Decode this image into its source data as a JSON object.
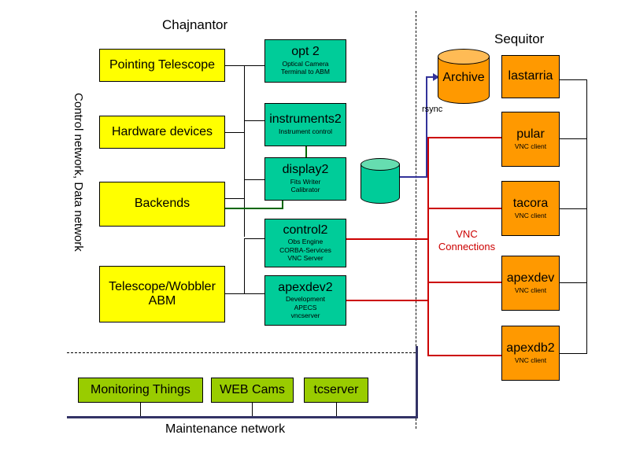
{
  "diagram": {
    "site_labels": {
      "left": "Chajnantor",
      "right": "Sequitor"
    },
    "network_labels": {
      "vertical": "Control network, Data network",
      "maintenance": "Maintenance network",
      "rsync": "rsync",
      "vnc_connections": "VNC\nConnections"
    },
    "vnc_label_line1": "VNC",
    "vnc_label_line2": "Connections",
    "colors": {
      "yellow": "#ffff00",
      "green": "#00cc99",
      "orange": "#ff9900",
      "lime": "#99cc00",
      "black_line": "#000000",
      "blue_line": "#333399",
      "red_line": "#cc0000",
      "dark_green_line": "#006600",
      "navy_line": "#333366"
    },
    "hardware_nodes": [
      {
        "label": "Pointing Telescope"
      },
      {
        "label": "Hardware devices"
      },
      {
        "label": "Backends"
      },
      {
        "label": "Telescope/Wobbler ABM"
      }
    ],
    "server_nodes": [
      {
        "name": "opt 2",
        "roles": [
          "Optical Camera",
          "Terminal to ABM"
        ]
      },
      {
        "name": "instruments2",
        "roles": [
          "Instrument control"
        ]
      },
      {
        "name": "display2",
        "roles": [
          "Fits Writer",
          "Calibrator"
        ]
      },
      {
        "name": "control2",
        "roles": [
          "Obs Engine",
          "CORBA-Services",
          "VNC Server"
        ]
      },
      {
        "name": "apexdev2",
        "roles": [
          "Development",
          "APECS",
          "vncserver"
        ]
      }
    ],
    "storage_nodes": [
      {
        "name": "Archive",
        "color": "orange"
      },
      {
        "name": "",
        "color": "green"
      }
    ],
    "client_nodes": [
      {
        "name": "lastarria",
        "role": ""
      },
      {
        "name": "pular",
        "role": "VNC client"
      },
      {
        "name": "tacora",
        "role": "VNC client"
      },
      {
        "name": "apexdev",
        "role": "VNC client"
      },
      {
        "name": "apexdb2",
        "role": "VNC client"
      }
    ],
    "maintenance_nodes": [
      {
        "label": "Monitoring Things"
      },
      {
        "label": "WEB Cams"
      },
      {
        "label": "tcserver"
      }
    ]
  }
}
